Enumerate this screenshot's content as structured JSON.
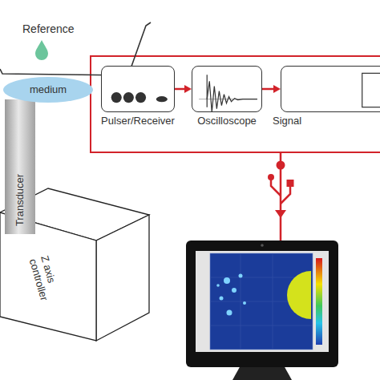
{
  "diagram": {
    "nodes": [
      {
        "text": [
          "Reference"
        ]
      },
      {
        "text": [
          "medium"
        ]
      },
      {
        "text": [
          "Transducer"
        ]
      },
      {
        "text": [
          "Z axis controller"
        ]
      },
      {
        "text": [
          "Pulser/Receiver"
        ]
      },
      {
        "text": [
          "Oscilloscope"
        ]
      },
      {
        "text": [
          "Signal"
        ]
      }
    ],
    "edges": [
      {
        "from": 4,
        "to": 5,
        "arrow": "to"
      },
      {
        "from": 5,
        "to": 6,
        "arrow": "to"
      }
    ]
  }
}
